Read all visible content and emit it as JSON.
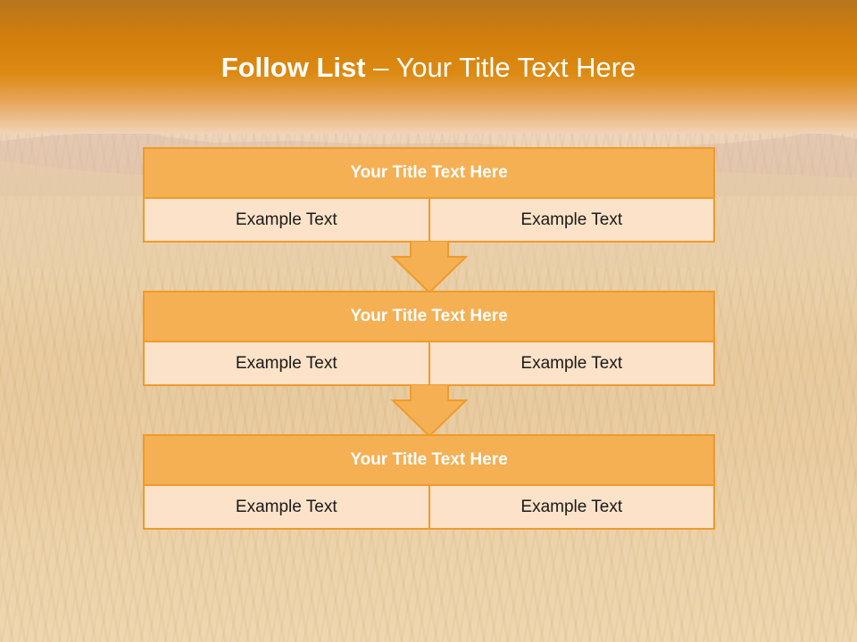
{
  "slide": {
    "title_bold": "Follow List",
    "title_rest": " – Your Title Text Here"
  },
  "steps": [
    {
      "title": "Your Title Text Here",
      "left": "Example Text",
      "right": "Example Text"
    },
    {
      "title": "Your Title Text Here",
      "left": "Example Text",
      "right": "Example Text"
    },
    {
      "title": "Your Title Text Here",
      "left": "Example Text",
      "right": "Example Text"
    }
  ],
  "colors": {
    "header": "#d27f0c",
    "block_title_fill": "#f5b054",
    "block_border": "#f09a2a",
    "block_row_fill": "#fbe2c8"
  }
}
